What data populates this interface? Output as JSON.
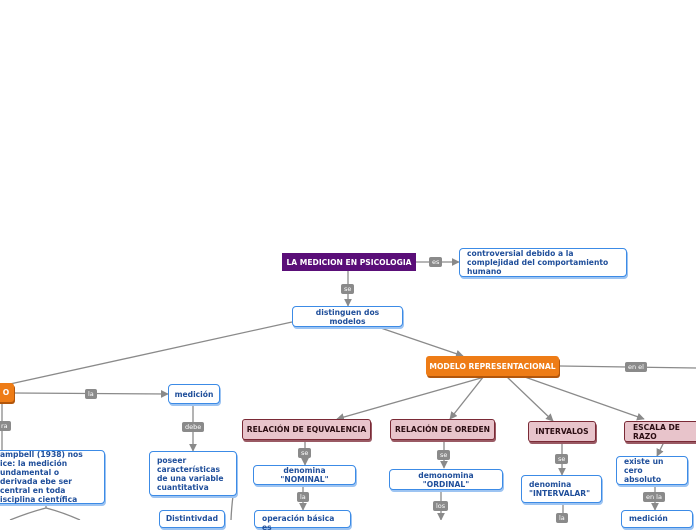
{
  "nodes": {
    "root": "LA MEDICION EN PSICOLOGIA",
    "controversial": "controversial debido a la complejidad del comportamiento humano",
    "distinguen": "distinguen dos modelos",
    "representacional": "MODELO REPRESENTACIONAL",
    "left_partial": "O",
    "medicion": "medición",
    "poseer": "poseer características de una variable cuantitativa",
    "campbell": "ampbell (1938) nos ice: la medición undamental o derivada ebe ser central en toda isciplina científica",
    "distintividad": "Distintivdad",
    "equivalencia": "RELACIÓN DE EQUVALENCIA",
    "orden": "RELACIÓN DE OREDEN",
    "intervalos": "INTERVALOS",
    "razon": "ESCALA DE RAZO",
    "nominal": "denomina \"NOMINAL\"",
    "ordinal": "demonomina \"ORDINAL\"",
    "intervalar": "denomina \"INTERVALAR\"",
    "cero": "existe un cero absoluto",
    "operacion": "operación básica es",
    "medicion2": "medición"
  },
  "links": {
    "es": "es",
    "se1": "se",
    "en_el": "en el",
    "la1": "la",
    "debe": "debe",
    "ra": "ra",
    "se2": "se",
    "se3": "se",
    "se4": "se",
    "la2": "la",
    "los": "los",
    "en_la": "en la",
    "la3": "la"
  },
  "colors": {
    "root": "#5a0e78",
    "main": "#ee7c16",
    "sub": "#e8c4cb",
    "leaf_border": "#3c8be6",
    "connector": "#8a8a8a"
  }
}
